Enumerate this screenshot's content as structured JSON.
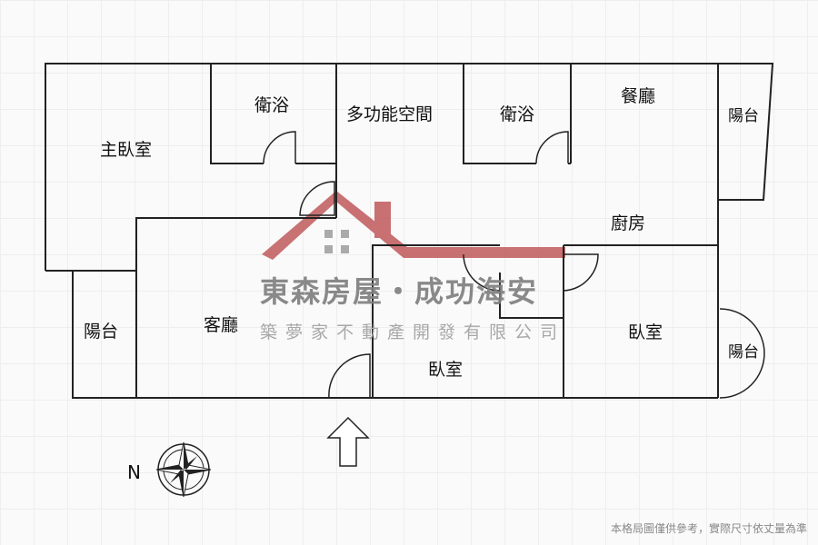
{
  "rooms": {
    "master_bedroom": "主臥室",
    "bath_1": "衛浴",
    "multi_space": "多功能空間",
    "bath_2": "衛浴",
    "dining": "餐廳",
    "balcony_ne": "陽台",
    "kitchen": "廚房",
    "balcony_w": "陽台",
    "living": "客廳",
    "bedroom_1": "臥室",
    "bedroom_2": "臥室",
    "balcony_e": "陽台"
  },
  "logo": {
    "main": "東森房屋・成功海安",
    "sub": "築夢家不動產開發有限公司",
    "color": "#c0595b"
  },
  "compass": {
    "north_label": "N"
  },
  "disclaimer": "本格局圖僅供參考，實際尺寸依丈量為準"
}
